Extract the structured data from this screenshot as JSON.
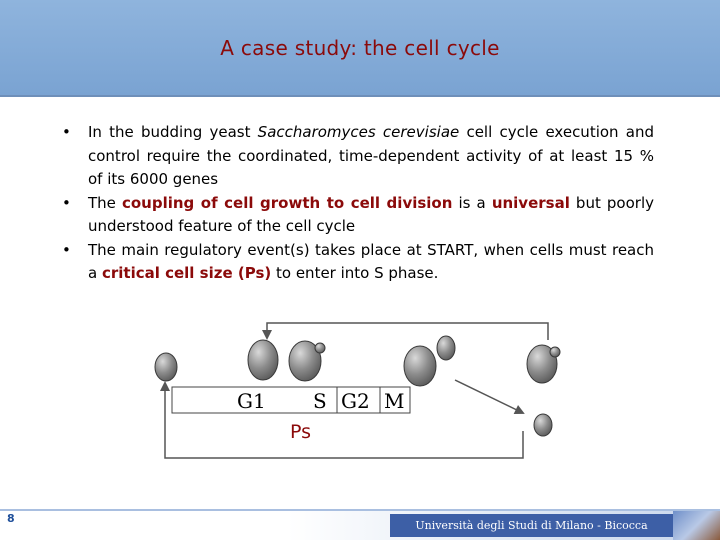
{
  "slide": {
    "title": "A case study: the cell cycle",
    "page_number": "8",
    "footer_text": "Università degli Studi di Milano - Bicocca"
  },
  "bullets": [
    {
      "marker": "•",
      "prefix": "In the budding yeast ",
      "species": "Saccharomyces cerevisiae",
      "suffix": " cell cycle execution and control require the coordinated, time-dependent activity of at least 15 % of its 6000 genes"
    },
    {
      "marker": "•",
      "text_1": "The ",
      "highlight_1": "coupling of cell growth to cell division",
      "text_2": " is a ",
      "highlight_2": "universal",
      "text_3": " but poorly understood feature of the cell cycle"
    },
    {
      "marker": "•",
      "text_1": "The main regulatory event(s) takes place at START, when cells must reach a ",
      "highlight_1": "critical cell size (Ps)",
      "text_2": " to enter into S phase."
    }
  ],
  "diagram": {
    "phases": [
      "G1",
      "S",
      "G2",
      "M"
    ],
    "ps_label": "Ps",
    "colors": {
      "cell_fill": "#8c8c8c",
      "cell_highlight": "#d9d9d9",
      "cell_stroke": "#3a3a3a",
      "ps_label": "#8b0a0a",
      "title": "#8b0a0a",
      "header_bg": "#8fb4dd"
    }
  }
}
